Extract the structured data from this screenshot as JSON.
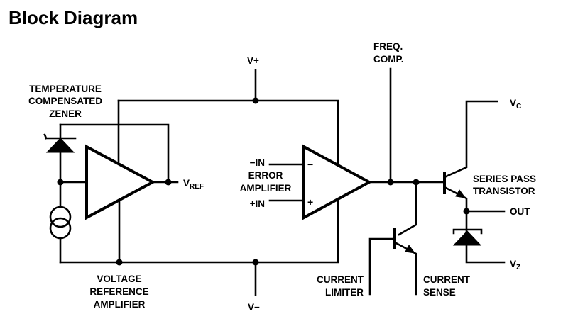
{
  "title": "Block Diagram",
  "labels": {
    "v_plus": "V+",
    "v_minus": "V−",
    "temp_zener": [
      "TEMPERATURE",
      "COMPENSATED",
      "ZENER"
    ],
    "vref_main": "V",
    "vref_sub": "REF",
    "voltage_ref_amp": [
      "VOLTAGE",
      "REFERENCE",
      "AMPLIFIER"
    ],
    "minus_in": "−IN",
    "plus_in": "+IN",
    "error_amp": [
      "ERROR",
      "AMPLIFIER"
    ],
    "inv_sign": "−",
    "noninv_sign": "+",
    "freq_comp": [
      "FREQ.",
      "COMP."
    ],
    "vc_main": "V",
    "vc_sub": "C",
    "series_pass": [
      "SERIES PASS",
      "TRANSISTOR"
    ],
    "out": "OUT",
    "vz_main": "V",
    "vz_sub": "Z",
    "current_limiter": [
      "CURRENT",
      "LIMITER"
    ],
    "current_sense": [
      "CURRENT",
      "SENSE"
    ]
  },
  "icons": [
    "zener-diode-icon",
    "current-source-icon",
    "op-amp-icon",
    "npn-transistor-icon"
  ]
}
